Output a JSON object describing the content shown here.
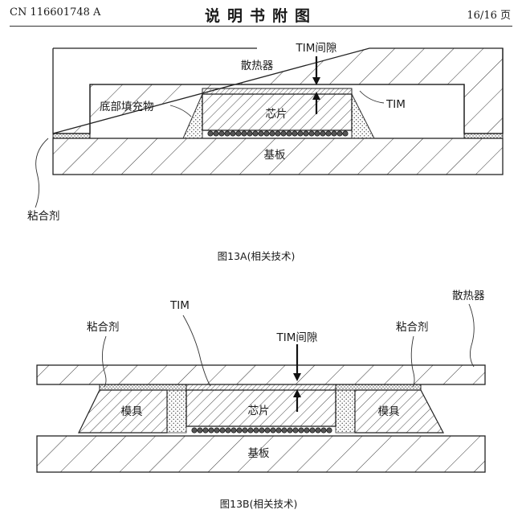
{
  "header": {
    "publication_number": "CN 116601748 A",
    "section_title": "说明书附图",
    "page_indicator": "16/16 页"
  },
  "figure_a": {
    "caption": "图13A(相关技术)",
    "labels": {
      "heat_sink": "散热器",
      "tim_gap": "TIM间隙",
      "tim": "TIM",
      "underfill": "底部填充物",
      "chip": "芯片",
      "substrate": "基板",
      "adhesive": "粘合剂"
    }
  },
  "figure_b": {
    "caption": "图13B(相关技术)",
    "labels": {
      "tim": "TIM",
      "adhesive_left": "粘合剂",
      "tim_gap": "TIM间隙",
      "adhesive_right": "粘合剂",
      "heat_sink": "散热器",
      "mold_left": "模具",
      "chip": "芯片",
      "mold_right": "模具",
      "substrate": "基板"
    }
  }
}
